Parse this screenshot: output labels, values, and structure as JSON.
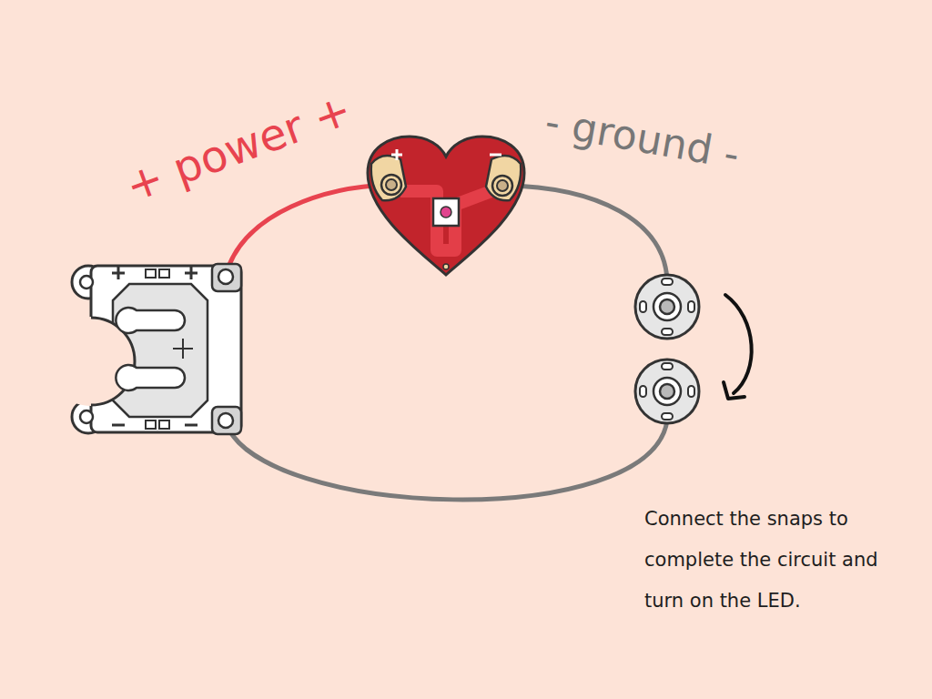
{
  "diagram": {
    "labels": [
      "+ power +",
      "- ground -",
      "Connect the snaps to complete the circuit and turn on the LED."
    ]
  }
}
